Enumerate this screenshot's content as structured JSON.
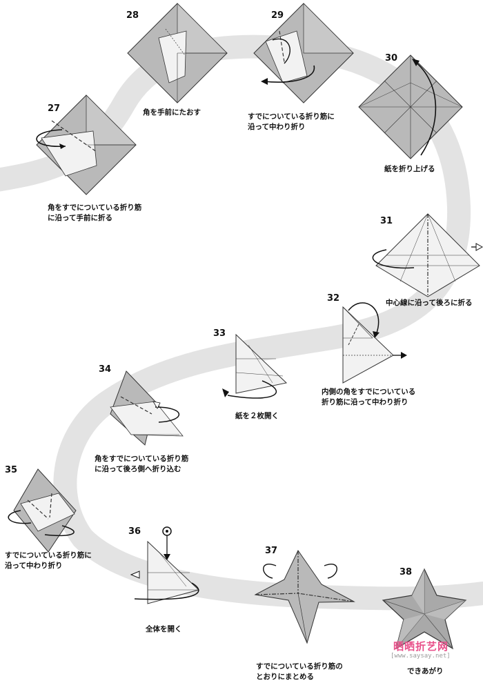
{
  "steps": [
    {
      "num": "27",
      "caption": "角をすでについている折り筋\nに沿って手前に折る"
    },
    {
      "num": "28",
      "caption": "角を手前にたおす"
    },
    {
      "num": "29",
      "caption": "すでについている折り筋に\n沿って中わり折り"
    },
    {
      "num": "30",
      "caption": "紙を折り上げる"
    },
    {
      "num": "31",
      "caption": "中心線に沿って後ろに折る"
    },
    {
      "num": "32",
      "caption": "内側の角をすでについている\n折り筋に沿って中わり折り"
    },
    {
      "num": "33",
      "caption": "紙を２枚開く"
    },
    {
      "num": "34",
      "caption": "角をすでについている折り筋\nに沿って後ろ側へ折り込む"
    },
    {
      "num": "35",
      "caption": "すでについている折り筋に\n沿って中わり折り"
    },
    {
      "num": "36",
      "caption": "全体を開く"
    },
    {
      "num": "37",
      "caption": "すでについている折り筋の\nとおりにまとめる"
    },
    {
      "num": "38",
      "caption": "できあがり"
    }
  ],
  "watermark": {
    "main": "晒晒折艺网",
    "url": "[www.saysay.net]"
  },
  "colors": {
    "path": "#e3e3e3",
    "paper": "#b9b9b9",
    "paper_light": "#f2f2f2",
    "line": "#333333"
  }
}
